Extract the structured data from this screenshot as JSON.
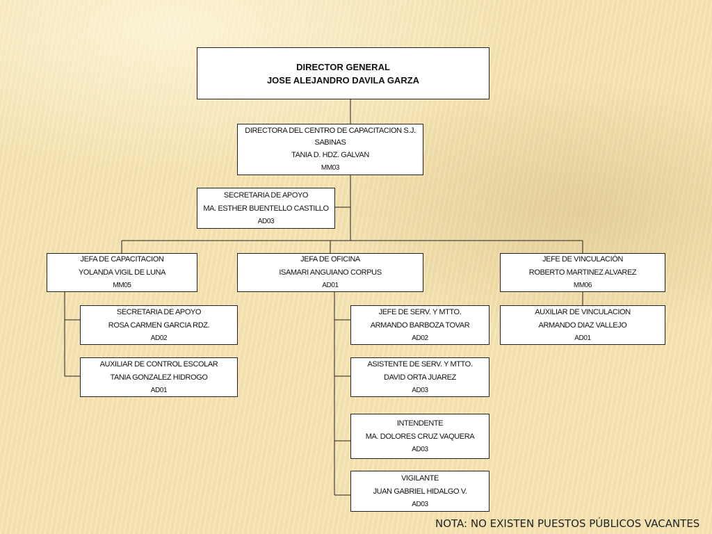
{
  "chart": {
    "director": {
      "title": "DIRECTOR GENERAL",
      "name": "JOSE ALEJANDRO DAVILA GARZA"
    },
    "directora": {
      "title": "DIRECTORA DEL CENTRO DE CAPACITACION S.J. SABINAS",
      "name": "TANIA D. HDZ. GALVAN",
      "code": "MM03"
    },
    "secretaria_apoyo_1": {
      "title": "SECRETARIA DE APOYO",
      "name": "MA. ESTHER BUENTELLO CASTILLO",
      "code": "AD03"
    },
    "jefa_capacitacion": {
      "title": "JEFA DE CAPACITACION",
      "name": "YOLANDA VIGIL DE LUNA",
      "code": "MM05"
    },
    "jefa_oficina": {
      "title": "JEFA DE OFICINA",
      "name": "ISAMARI ANGUIANO CORPUS",
      "code": "AD01"
    },
    "jefe_vinculacion": {
      "title": "JEFE DE VINCULACIÓN",
      "name": "ROBERTO MARTINEZ ALVAREZ",
      "code": "MM06"
    },
    "secretaria_apoyo_2": {
      "title": "SECRETARIA DE APOYO",
      "name": "ROSA CARMEN GARCIA RDZ.",
      "code": "AD02"
    },
    "auxiliar_control": {
      "title": "AUXILIAR DE CONTROL ESCOLAR",
      "name": "TANIA GONZALEZ HIDROGO",
      "code": "AD01"
    },
    "jefe_serv": {
      "title": "JEFE DE SERV. Y MTTO.",
      "name": "ARMANDO BARBOZA TOVAR",
      "code": "AD02"
    },
    "asistente_serv": {
      "title": "ASISTENTE DE SERV. Y MTTO.",
      "name": "DAVID ORTA JUAREZ",
      "code": "AD03"
    },
    "intendente": {
      "title": "INTENDENTE",
      "name": "MA. DOLORES CRUZ VAQUERA",
      "code": "AD03"
    },
    "vigilante": {
      "title": "VIGILANTE",
      "name": "JUAN GABRIEL HIDALGO V.",
      "code": "AD03"
    },
    "auxiliar_vinculacion": {
      "title": "AUXILIAR DE VINCULACION",
      "name": "ARMANDO DIAZ VALLEJO",
      "code": "AD01"
    }
  },
  "note": "NOTA: NO EXISTEN PUESTOS PÚBLICOS VACANTES"
}
